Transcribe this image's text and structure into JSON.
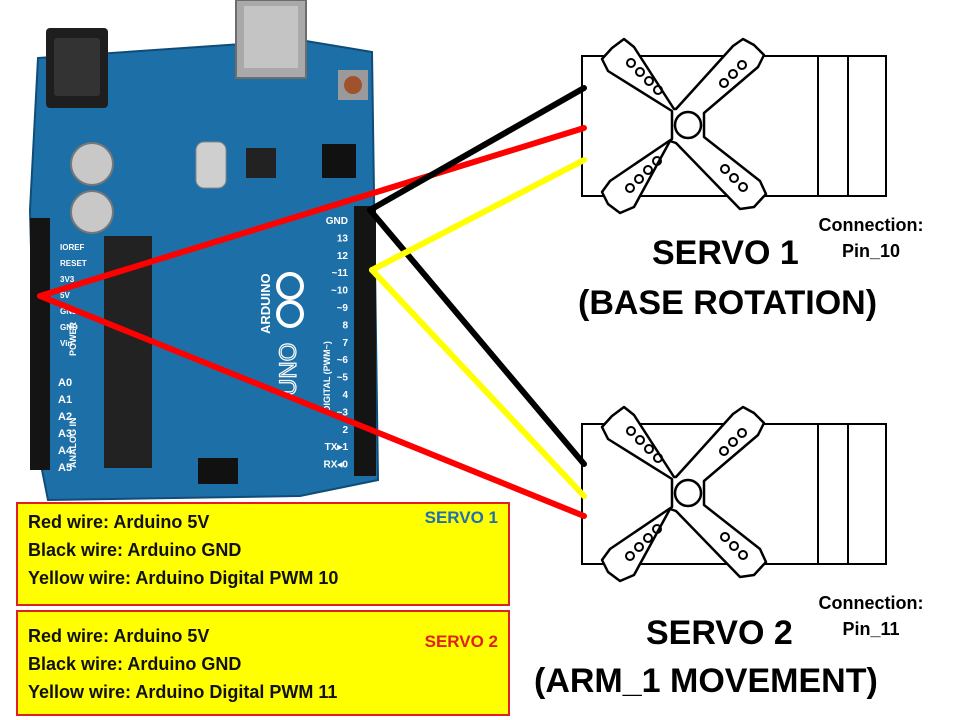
{
  "servos": [
    {
      "title": "SERVO 1",
      "subtitle": "(BASE ROTATION)",
      "connection_label": "Connection:",
      "connection_pin": "Pin_10"
    },
    {
      "title": "SERVO 2",
      "subtitle": "(ARM_1 MOVEMENT)",
      "connection_label": "Connection:",
      "connection_pin": "Pin_11"
    }
  ],
  "notes": [
    {
      "tag": "SERVO 1",
      "tag_color": "#1f6fb3",
      "lines": [
        "Red wire: Arduino 5V",
        "Black wire: Arduino GND",
        "Yellow wire: Arduino Digital PWM 10"
      ]
    },
    {
      "tag": "SERVO 2",
      "tag_color": "#e02020",
      "lines": [
        "Red wire: Arduino 5V",
        "Black wire: Arduino GND",
        "Yellow wire: Arduino Digital PWM 11"
      ]
    }
  ],
  "board": {
    "brand": "ARDUINO",
    "model": "UNO",
    "power_header_label": "POWER",
    "analog_header_label": "ANALOG IN",
    "digital_header_label": "DIGITAL (PWM~)",
    "power_pins": [
      "IOREF",
      "RESET",
      "3V3",
      "5V",
      "GND",
      "GND",
      "Vin"
    ],
    "analog_pins": [
      "A0",
      "A1",
      "A2",
      "A3",
      "A4",
      "A5"
    ],
    "digital_pins": [
      "GND",
      "13",
      "12",
      "~11",
      "~10",
      "~9",
      "8",
      "7",
      "~6",
      "~5",
      "4",
      "~3",
      "2",
      "TX▸1",
      "RX◂0"
    ]
  },
  "colors": {
    "board": "#1d6fa8",
    "red_wire": "#ff0000",
    "black_wire": "#000000",
    "yellow_wire": "#ffff00",
    "note_fill": "#ffff00",
    "note_border": "#e02020"
  }
}
